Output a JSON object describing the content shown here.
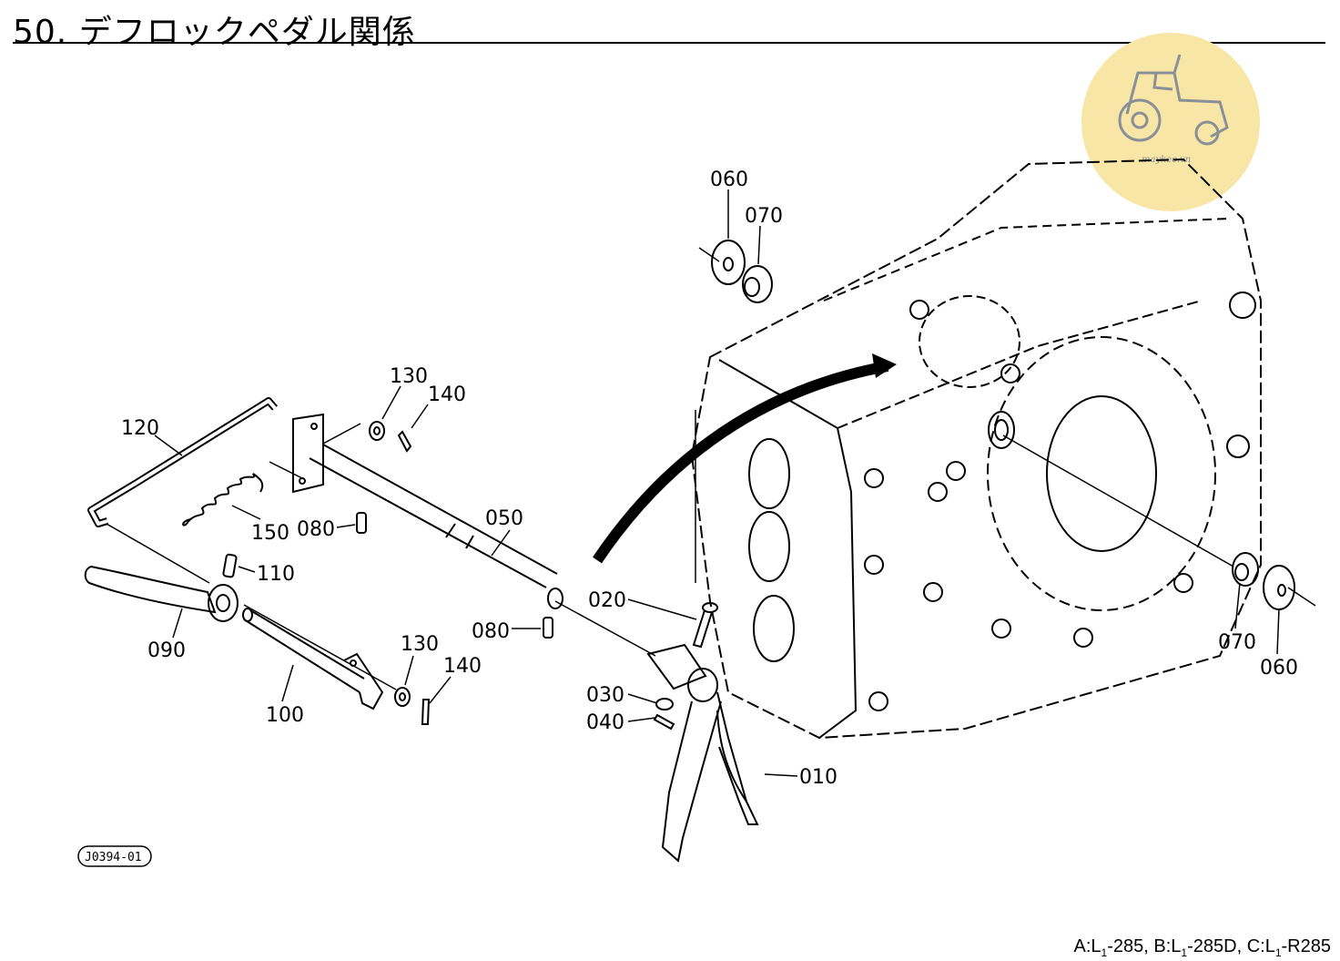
{
  "header": {
    "title": "50. デフロックペダル関係"
  },
  "watermark": {
    "text": "maykeo.vn",
    "icon": "tractor-icon",
    "color": "#f7e6a6"
  },
  "callouts": {
    "c060_top": "060",
    "c070_top": "070",
    "c130_top": "130",
    "c140_top": "140",
    "c120": "120",
    "c150": "150",
    "c080_mid": "080",
    "c050": "050",
    "c110": "110",
    "c090": "090",
    "c100": "100",
    "c130_bot": "130",
    "c140_bot": "140",
    "c080_bot": "080",
    "c020": "020",
    "c030": "030",
    "c040": "040",
    "c010": "010",
    "c070_right": "070",
    "c060_right": "060"
  },
  "drawing_code": "J0394-01",
  "footer": {
    "a_prefix": "A:L",
    "a_sub": "1",
    "a_suffix": "-285, ",
    "b_prefix": "B:L",
    "b_sub": "1",
    "b_suffix": "-285D, ",
    "c_prefix": "C:L",
    "c_sub": "1",
    "c_suffix": "-R285"
  }
}
